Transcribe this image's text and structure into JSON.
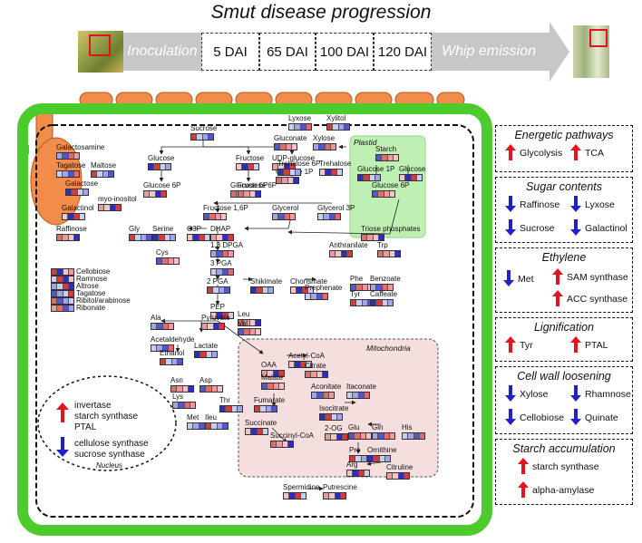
{
  "title": "Smut disease progression",
  "timeline": {
    "stages": [
      "Inoculation",
      "5 DAI",
      "65 DAI",
      "100 DAI",
      "120 DAI",
      "Whip emission"
    ]
  },
  "compartments": {
    "plastid": "Plastid",
    "mitochondria": "Mitochondria",
    "nucleus": "Nucleus"
  },
  "nucleus": {
    "up": [
      "invertase",
      "starch synthase",
      "PTAL"
    ],
    "down": [
      "cellulose synthase",
      "sucrose synthase"
    ]
  },
  "panels": [
    {
      "title": "Energetic pathways",
      "items": [
        {
          "label": "Glycolysis",
          "dir": "up"
        },
        {
          "label": "TCA",
          "dir": "up"
        }
      ]
    },
    {
      "title": "Sugar contents",
      "items": [
        {
          "label": "Raffinose",
          "dir": "down"
        },
        {
          "label": "Lyxose",
          "dir": "down"
        },
        {
          "label": "Sucrose",
          "dir": "down"
        },
        {
          "label": "Galactinol",
          "dir": "down"
        }
      ]
    },
    {
      "title": "Ethylene",
      "items": [
        {
          "label": "Met",
          "dir": "down"
        },
        {
          "label": "SAM synthase",
          "dir": "up"
        },
        {
          "label": "ACC synthase",
          "dir": "up"
        }
      ]
    },
    {
      "title": "Lignification",
      "items": [
        {
          "label": "Tyr",
          "dir": "up"
        },
        {
          "label": "PTAL",
          "dir": "up"
        }
      ]
    },
    {
      "title": "Cell wall loosening",
      "items": [
        {
          "label": "Xylose",
          "dir": "down"
        },
        {
          "label": "Rhamnose",
          "dir": "down"
        },
        {
          "label": "Cellobiose",
          "dir": "down"
        },
        {
          "label": "Quinate",
          "dir": "down"
        }
      ]
    },
    {
      "title": "Starch accumulation",
      "items": [
        {
          "label": "starch synthase",
          "dir": "up"
        },
        {
          "label": "alpha-amylase",
          "dir": "up"
        }
      ]
    }
  ],
  "metabolites": [
    "Sucrose",
    "Glucose",
    "Fructose",
    "UDP-glucose",
    "Glucose 1P",
    "Gluconate",
    "Xylose",
    "Lyxose",
    "Xylitol",
    "Trehalose 6P",
    "Trehalose",
    "Glucose 6P",
    "Fructose 6P",
    "Starch",
    "Galactosamine",
    "Tagatose",
    "Maltose",
    "Galactose",
    "Galactinol",
    "myo-inositol",
    "Raffinose",
    "Fructose 1,6P",
    "Glycerol",
    "Glycerol 3P",
    "Gly",
    "Serine",
    "G3P",
    "DHAP",
    "Triose phosphates",
    "Cys",
    "1,3 DPGA",
    "3 PGA",
    "2 PGA",
    "Shikimate",
    "Chorismate",
    "Anthranilate",
    "Trp",
    "Phe",
    "Benzoate",
    "Prephenate",
    "Tyr",
    "Caffeate",
    "PEP",
    "Pyruvate",
    "Leu",
    "Val",
    "Ala",
    "Acetaldehyde",
    "Ethanol",
    "Lactate",
    "Acetyl-CoA",
    "OAA",
    "Citrate",
    "Malate",
    "Aconitate",
    "Itaconate",
    "Fumarate",
    "Isocitrate",
    "Succinate",
    "2-OG",
    "Succinyl-CoA",
    "Glu",
    "Gln",
    "His",
    "Pro",
    "Ornithine",
    "Arg",
    "Citruline",
    "Asn",
    "Asp",
    "Lys",
    "Met",
    "Ileu",
    "Thr",
    "Spermidine",
    "Putrescine"
  ],
  "legend_list": [
    "Cellobiose",
    "Ramnose",
    "Altrose",
    "Tagatose",
    "Ribitol/arabinose",
    "Ribonate"
  ],
  "colors": {
    "up": "#e3141d",
    "down": "#1f22c8",
    "cell_wall": "#4ccc2c",
    "fungus": "#f28c4a",
    "plastid": "#bff0b3",
    "mito": "#f5dede"
  }
}
